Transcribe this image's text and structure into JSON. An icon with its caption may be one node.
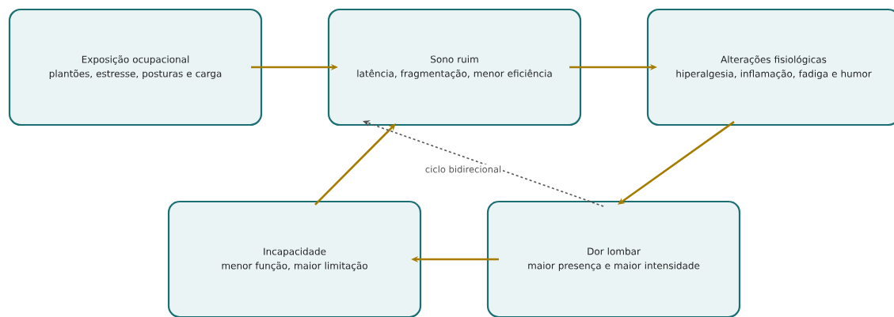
{
  "diagram": {
    "nodes": [
      {
        "text": [
          "Exposição ocupacional",
          "plantões, estresse, posturas e carga"
        ]
      },
      {
        "text": [
          "Sono ruim",
          "latência, fragmentação, menor eficiência"
        ]
      },
      {
        "text": [
          "Alterações fisiológicas",
          "hiperalgesia, inflamação, fadiga e humor"
        ]
      },
      {
        "text": [
          "Incapacidade",
          "menor função, maior limitação"
        ]
      },
      {
        "text": [
          "Dor lombar",
          "maior presença e maior intensidade"
        ]
      }
    ],
    "edges": [
      {
        "from": 0,
        "to": 1,
        "arrow": "to"
      },
      {
        "from": 1,
        "to": 2,
        "arrow": "to"
      },
      {
        "from": 2,
        "to": 4,
        "arrow": "to"
      },
      {
        "from": 4,
        "to": 3,
        "arrow": "to"
      },
      {
        "from": 3,
        "to": 1,
        "arrow": "to"
      },
      {
        "from": 4,
        "to": 1,
        "arrow": "to",
        "label": "ciclo bidirecional",
        "style": "dashed",
        "color": "#555555"
      }
    ]
  }
}
